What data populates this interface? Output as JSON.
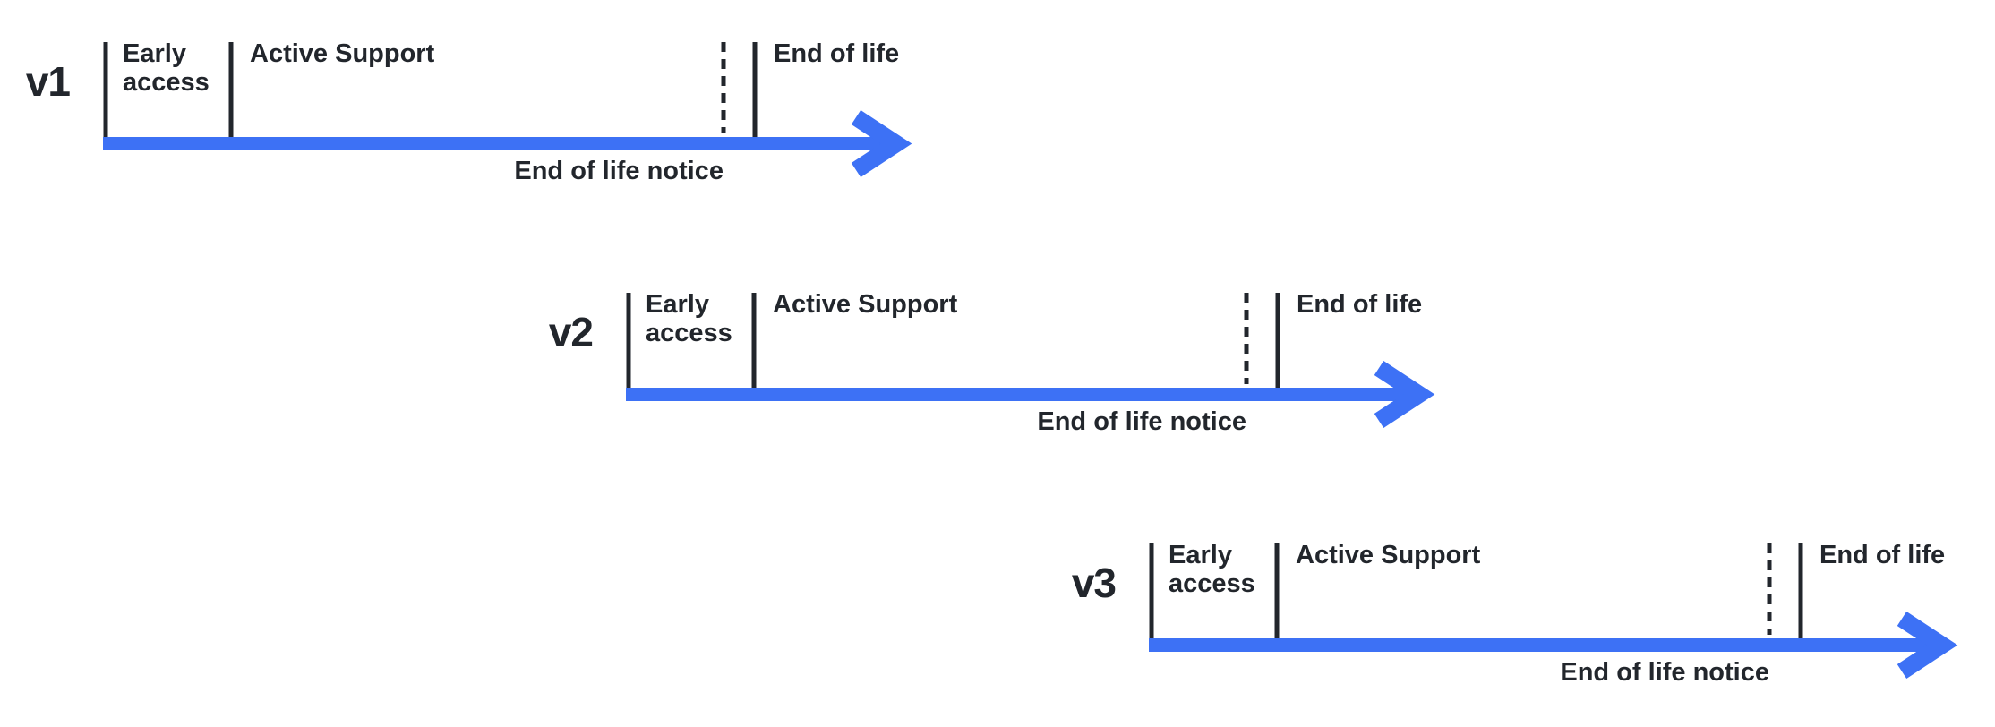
{
  "colors": {
    "accent_blue": "#3D71F5",
    "ink": "#22262C",
    "background": "#FFFFFF"
  },
  "versions": [
    {
      "label": "v1",
      "phases": {
        "early_access": "Early access",
        "active_support": "Active Support",
        "end_of_life": "End of life"
      },
      "notice": "End of life notice"
    },
    {
      "label": "v2",
      "phases": {
        "early_access": "Early access",
        "active_support": "Active Support",
        "end_of_life": "End of life"
      },
      "notice": "End of life notice"
    },
    {
      "label": "v3",
      "phases": {
        "early_access": "Early access",
        "active_support": "Active Support",
        "end_of_life": "End of life"
      },
      "notice": "End of life notice"
    }
  ]
}
